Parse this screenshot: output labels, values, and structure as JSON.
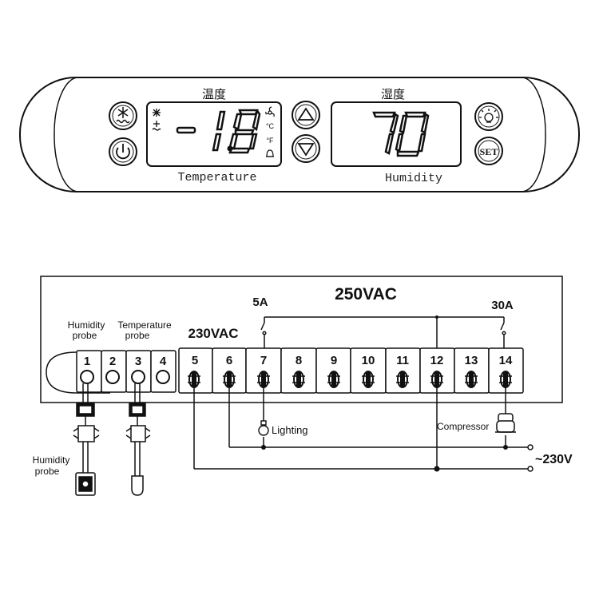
{
  "controller": {
    "temp_title": "温度",
    "humidity_title": "湿度",
    "temp_value": "-1.8",
    "humidity_value": "70",
    "temp_caption": "Temperature",
    "humidity_caption": "Humidity",
    "unit_c": "°C",
    "unit_f": "°F",
    "set_label": "SET",
    "icons": [
      "defrost-icon",
      "power-icon",
      "up-arrow-icon",
      "down-arrow-icon",
      "light-icon"
    ]
  },
  "wiring": {
    "voltage_main": "250VAC",
    "voltage_left": "230VAC",
    "rating_5a": "5A",
    "rating_30a": "30A",
    "terminals": [
      "1",
      "2",
      "3",
      "4",
      "5",
      "6",
      "7",
      "8",
      "9",
      "10",
      "11",
      "12",
      "13",
      "14"
    ],
    "probe_label_humidity": [
      "Humidity",
      "probe"
    ],
    "probe_label_temperature": [
      "Temperature",
      "probe"
    ],
    "lighting_label": "Lighting",
    "compressor_label": "Compressor",
    "supply_label": "~230V",
    "bottom_humidity_label": [
      "Humidity",
      "probe"
    ]
  }
}
